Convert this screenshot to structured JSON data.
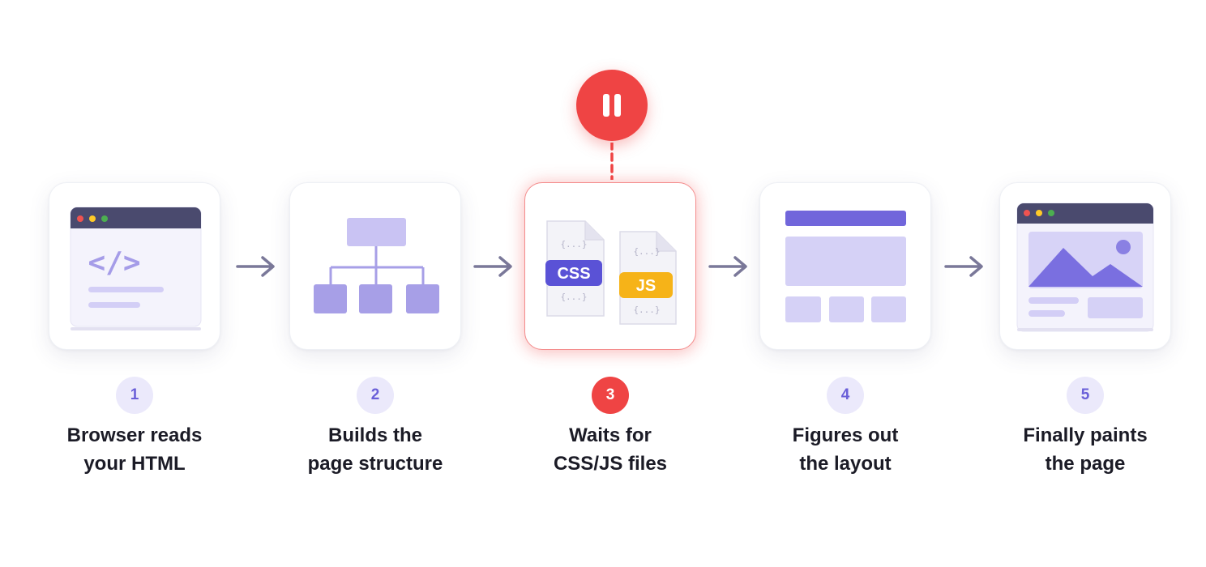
{
  "colors": {
    "accent": "#6a5fd8",
    "icon_fill": "#c9c3f3",
    "icon_dark": "#4a4a6e",
    "arrow": "#7a7899",
    "pause": "#ef4444",
    "css_badge": "#5a52d6",
    "js_badge": "#f6b318"
  },
  "steps": [
    {
      "number": "1",
      "line1": "Browser reads",
      "line2": "your HTML",
      "icon": "browser-code-icon"
    },
    {
      "number": "2",
      "line1": "Builds the",
      "line2": "page structure",
      "icon": "tree-structure-icon"
    },
    {
      "number": "3",
      "line1": "Waits for",
      "line2": "CSS/JS files",
      "icon": "css-js-files-icon"
    },
    {
      "number": "4",
      "line1": "Figures out",
      "line2": "the layout",
      "icon": "layout-wireframe-icon"
    },
    {
      "number": "5",
      "line1": "Finally paints",
      "line2": "the page",
      "icon": "painted-page-icon"
    }
  ],
  "files": {
    "css_label": "CSS",
    "js_label": "JS",
    "code_glyph": "{...}",
    "code_tag": "</>"
  },
  "pause_icon": "pause-icon"
}
